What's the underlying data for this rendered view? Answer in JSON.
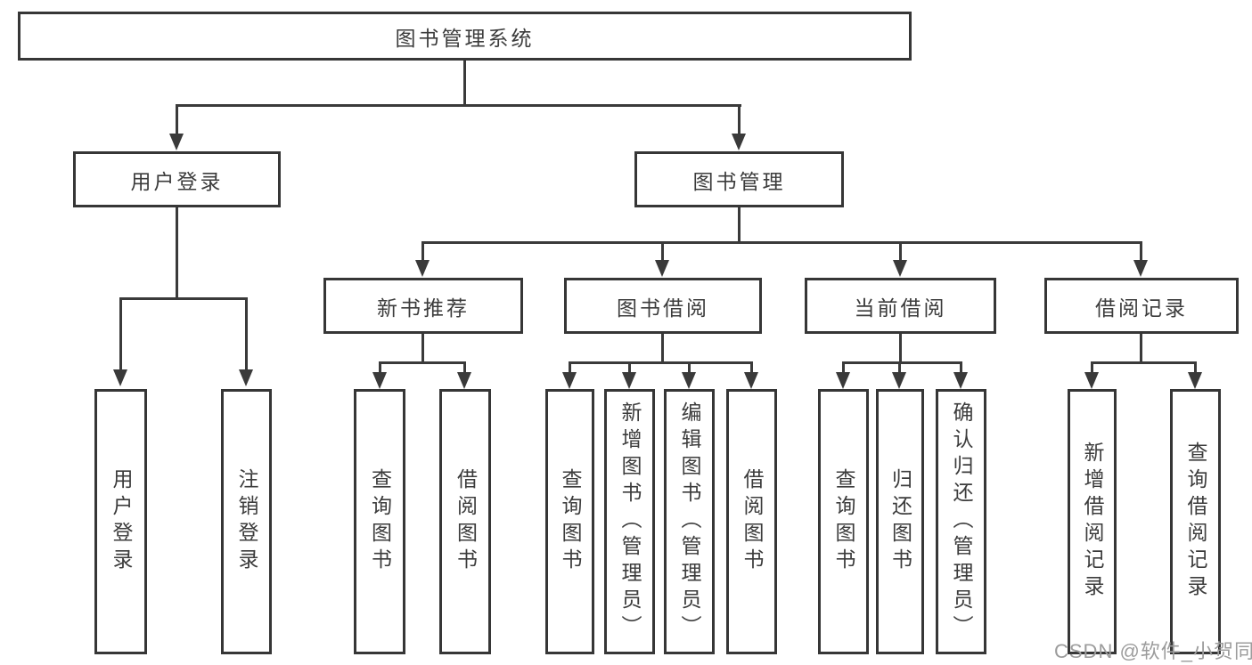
{
  "diagram": {
    "root": {
      "label": "图书管理系统"
    },
    "level2": [
      {
        "label": "用户登录"
      },
      {
        "label": "图书管理"
      }
    ],
    "level3": [
      {
        "label": "新书推荐"
      },
      {
        "label": "图书借阅"
      },
      {
        "label": "当前借阅"
      },
      {
        "label": "借阅记录"
      }
    ],
    "leaves": {
      "user_login": [
        "用户登录",
        "注销登录"
      ],
      "new_book_recommend": [
        "查询图书",
        "借阅图书"
      ],
      "book_borrow": [
        "查询图书",
        "新增图书（管理员）",
        "编辑图书（管理员）",
        "借阅图书"
      ],
      "current_borrow": [
        "查询图书",
        "归还图书",
        "确认归还（管理员）"
      ],
      "borrow_record": [
        "新增借阅记录",
        "查询借阅记录"
      ]
    }
  },
  "watermark": {
    "text": "CSDN @软件_小贺同学",
    "color": "#9c9c9c"
  },
  "colors": {
    "line": "#3a3a3a",
    "box_border": "#363636",
    "text": "#3c3c3c",
    "background": "#ffffff"
  }
}
